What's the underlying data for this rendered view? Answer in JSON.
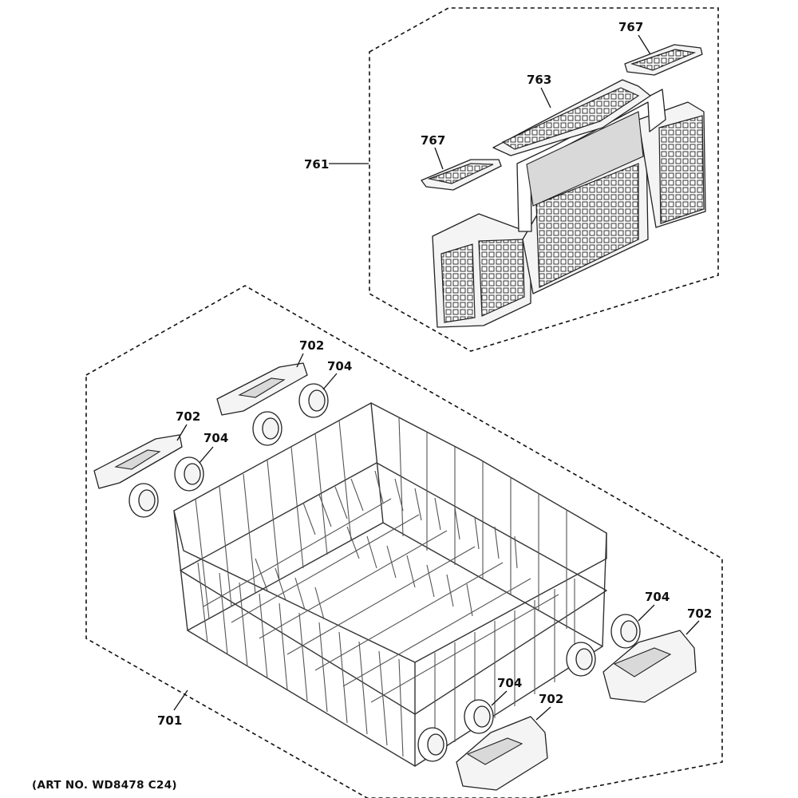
{
  "callouts": {
    "c761": "761",
    "c763": "763",
    "c767a": "767",
    "c767b": "767",
    "c702a": "702",
    "c704a": "704",
    "c702b": "702",
    "c704b": "704",
    "c704c": "704",
    "c702c": "702",
    "c704d": "704",
    "c702d": "702",
    "c701": "701"
  },
  "art_number": "(ART NO. WD8478 C24)"
}
